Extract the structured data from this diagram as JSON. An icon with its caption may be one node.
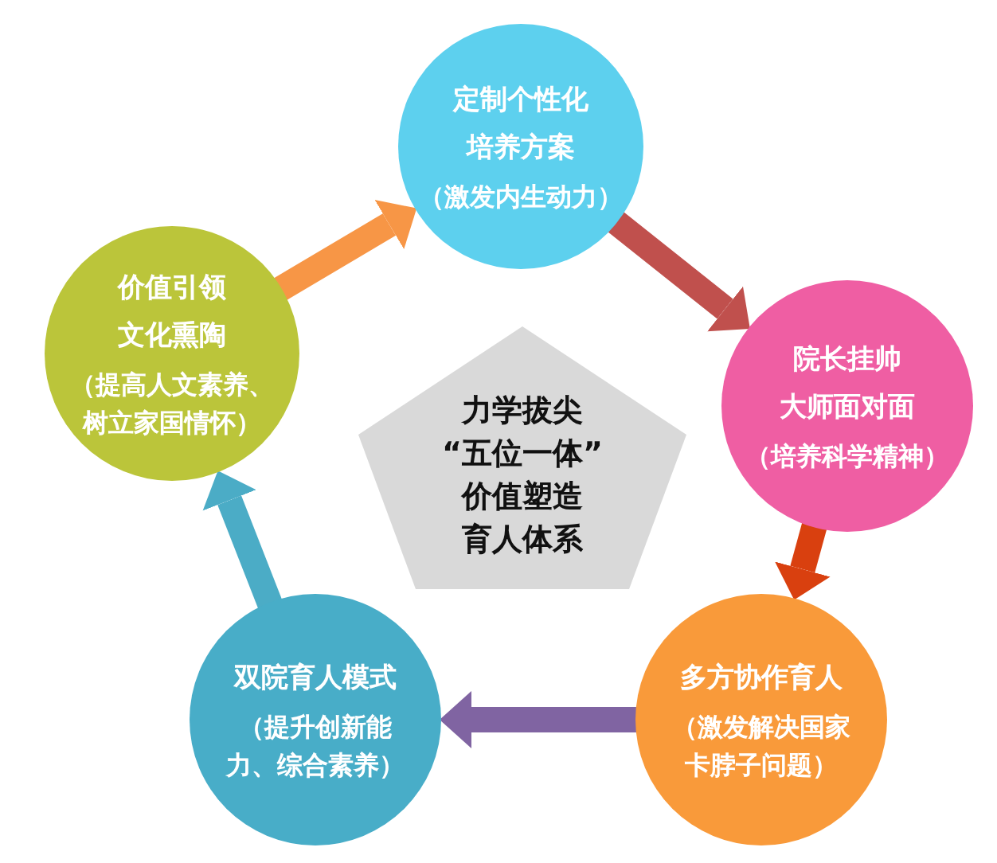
{
  "diagram": {
    "nodes": [
      {
        "text": [
          "定制个性化",
          "培养方案",
          "（激发内生动力）"
        ]
      },
      {
        "text": [
          "院长挂帅",
          "大师面对面",
          "（培养科学精神）"
        ]
      },
      {
        "text": [
          "多方协作育人",
          "（激发解决国家卡脖子问题）"
        ]
      },
      {
        "text": [
          "双院育人模式",
          "（提升创新能力、综合素养）"
        ]
      },
      {
        "text": [
          "价值引领",
          "文化熏陶",
          "（提高人文素养、树立家国情怀）"
        ]
      },
      {
        "text": [
          "力学拔尖",
          "“五位一体”",
          "价值塑造",
          "育人体系"
        ]
      }
    ],
    "edges": [
      {
        "from": 0,
        "to": 1,
        "arrow": "to",
        "color": "#c0504d"
      },
      {
        "from": 1,
        "to": 2,
        "arrow": "to",
        "color": "#d9400f"
      },
      {
        "from": 2,
        "to": 3,
        "arrow": "to",
        "color": "#8064a2"
      },
      {
        "from": 3,
        "to": 4,
        "arrow": "to",
        "color": "#4bacc6"
      },
      {
        "from": 4,
        "to": 0,
        "arrow": "to",
        "color": "#f79646"
      }
    ]
  }
}
